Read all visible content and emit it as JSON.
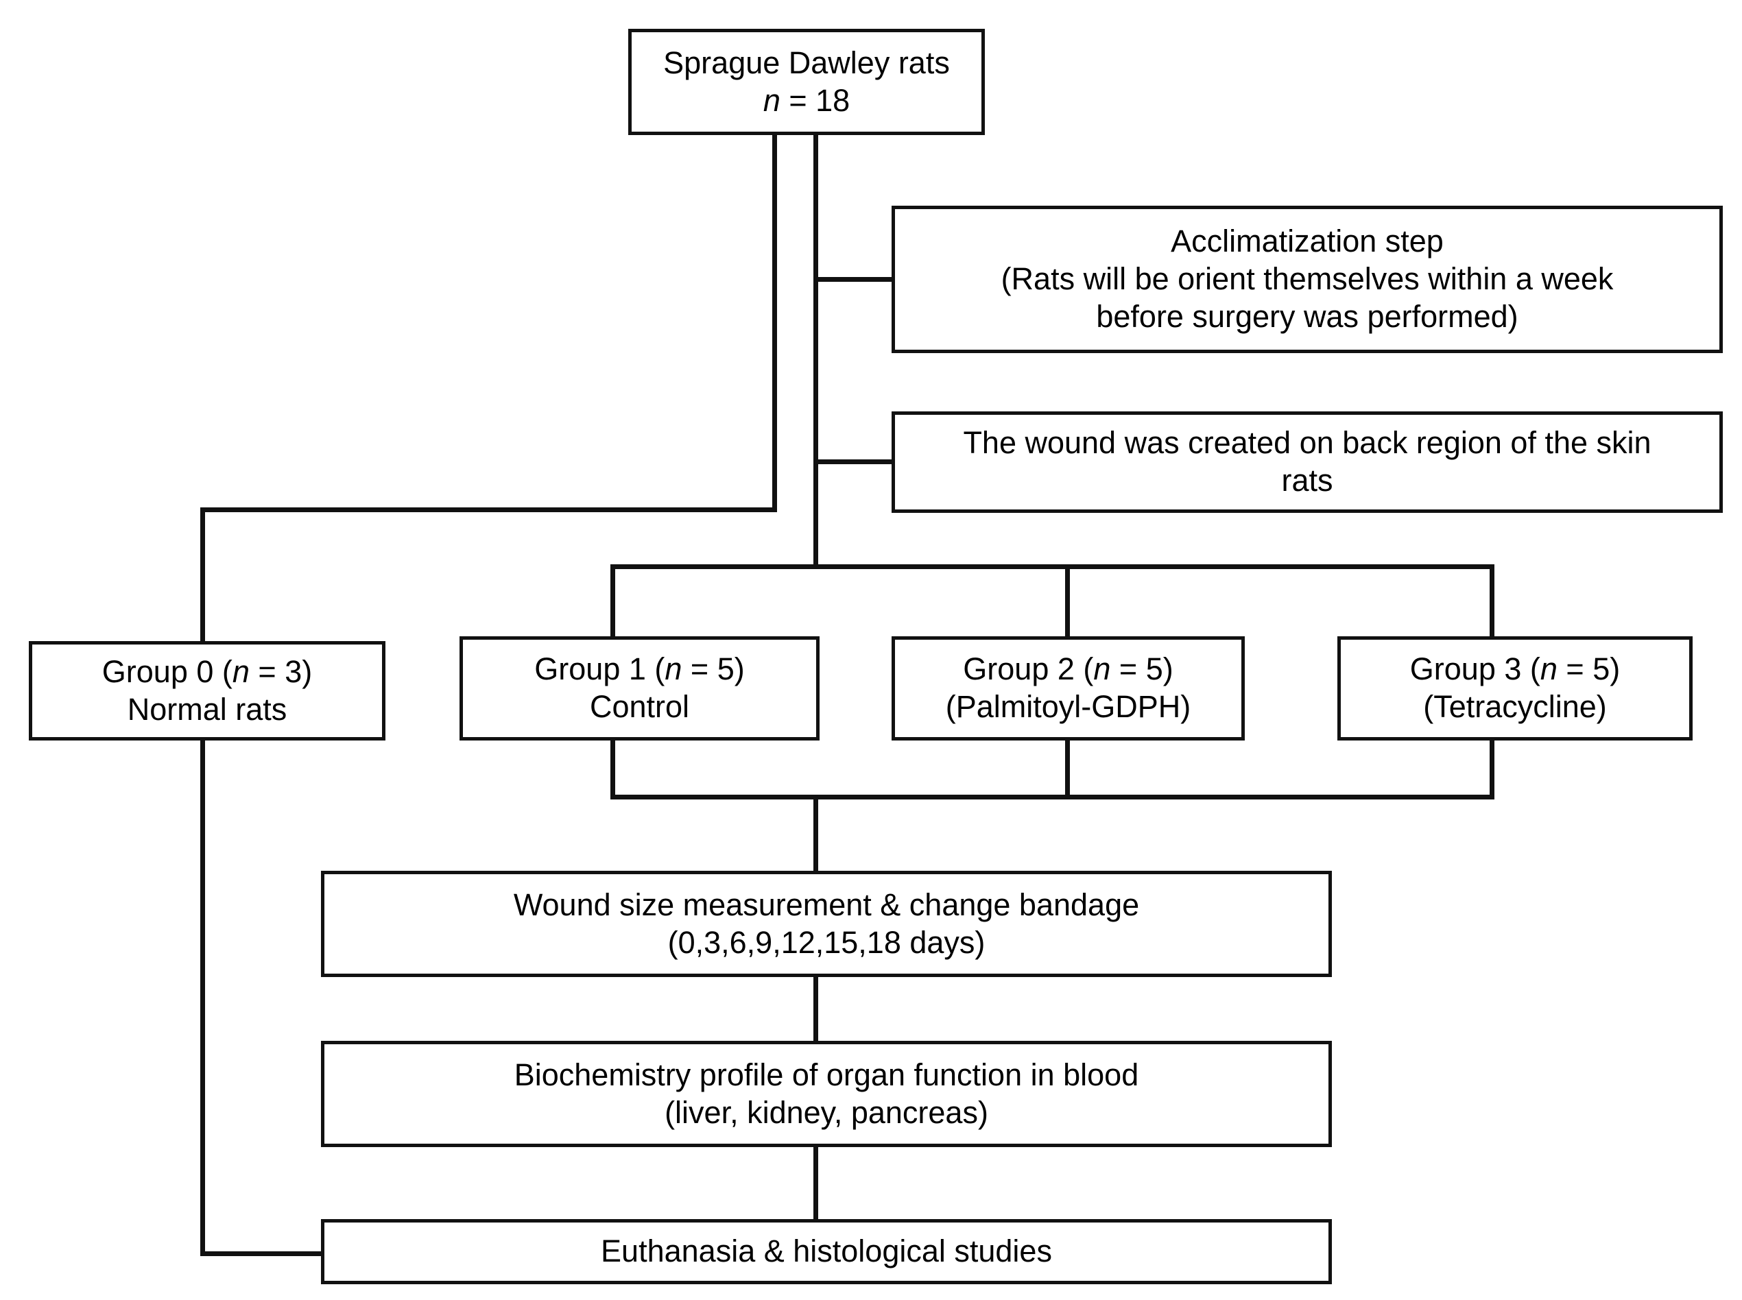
{
  "figure": {
    "type": "flowchart",
    "title": "Animal study experimental design flowchart",
    "orientation": "top-down"
  },
  "nodes": {
    "top": {
      "name": "sprague-dawley-rats",
      "line1": "Sprague Dawley rats",
      "line2_italic": "n",
      "line2_rest": " = 18"
    },
    "acclimatization": {
      "name": "acclimatization-step",
      "line1": "Acclimatization step",
      "line2": "(Rats will be orient themselves within a week",
      "line3": "before surgery was performed)"
    },
    "wound_creation": {
      "name": "wound-creation",
      "line1": "The wound was created on back region of the skin",
      "line2": "rats"
    },
    "group0": {
      "name": "group-0",
      "label_pre": "Group 0 (",
      "label_italic": "n",
      "label_post": " = 3)",
      "line2": "Normal rats"
    },
    "group1": {
      "name": "group-1",
      "label_pre": "Group 1 (",
      "label_italic": "n",
      "label_post": " = 5)",
      "line2": "Control"
    },
    "group2": {
      "name": "group-2",
      "label_pre": "Group 2 (",
      "label_italic": "n",
      "label_post": " = 5)",
      "line2": "(Palmitoyl-GDPH)"
    },
    "group3": {
      "name": "group-3",
      "label_pre": "Group 3 (",
      "label_italic": "n",
      "label_post": " = 5)",
      "line2": "(Tetracycline)"
    },
    "measurement": {
      "name": "wound-size-measurement",
      "line1": "Wound size measurement & change bandage",
      "line2": "(0,3,6,9,12,15,18 days)"
    },
    "biochemistry": {
      "name": "biochemistry-profile",
      "line1": "Biochemistry profile of organ function in blood",
      "line2": "(liver, kidney, pancreas)"
    },
    "euthanasia": {
      "name": "euthanasia-histology",
      "line1": "Euthanasia & histological studies"
    }
  },
  "style": {
    "line_color": "#111111",
    "box_fill": "#ffffff",
    "page_background": "#ffffff"
  }
}
